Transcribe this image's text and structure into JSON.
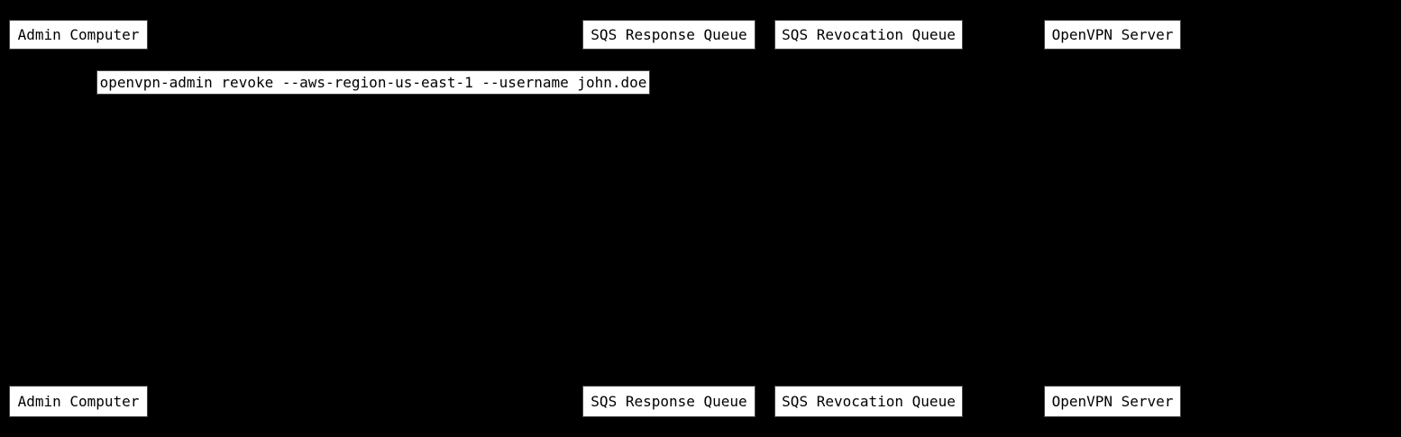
{
  "diagram": {
    "type": "sequence-diagram",
    "participants": [
      "Admin Computer",
      "SQS Response Queue",
      "SQS Revocation Queue",
      "OpenVPN Server"
    ],
    "message": "openvpn-admin revoke --aws-region-us-east-1 --username john.doe",
    "colors": {
      "background": "#000000",
      "box_fill": "#ffffff",
      "box_border": "#444444",
      "box_text": "#000000"
    }
  }
}
